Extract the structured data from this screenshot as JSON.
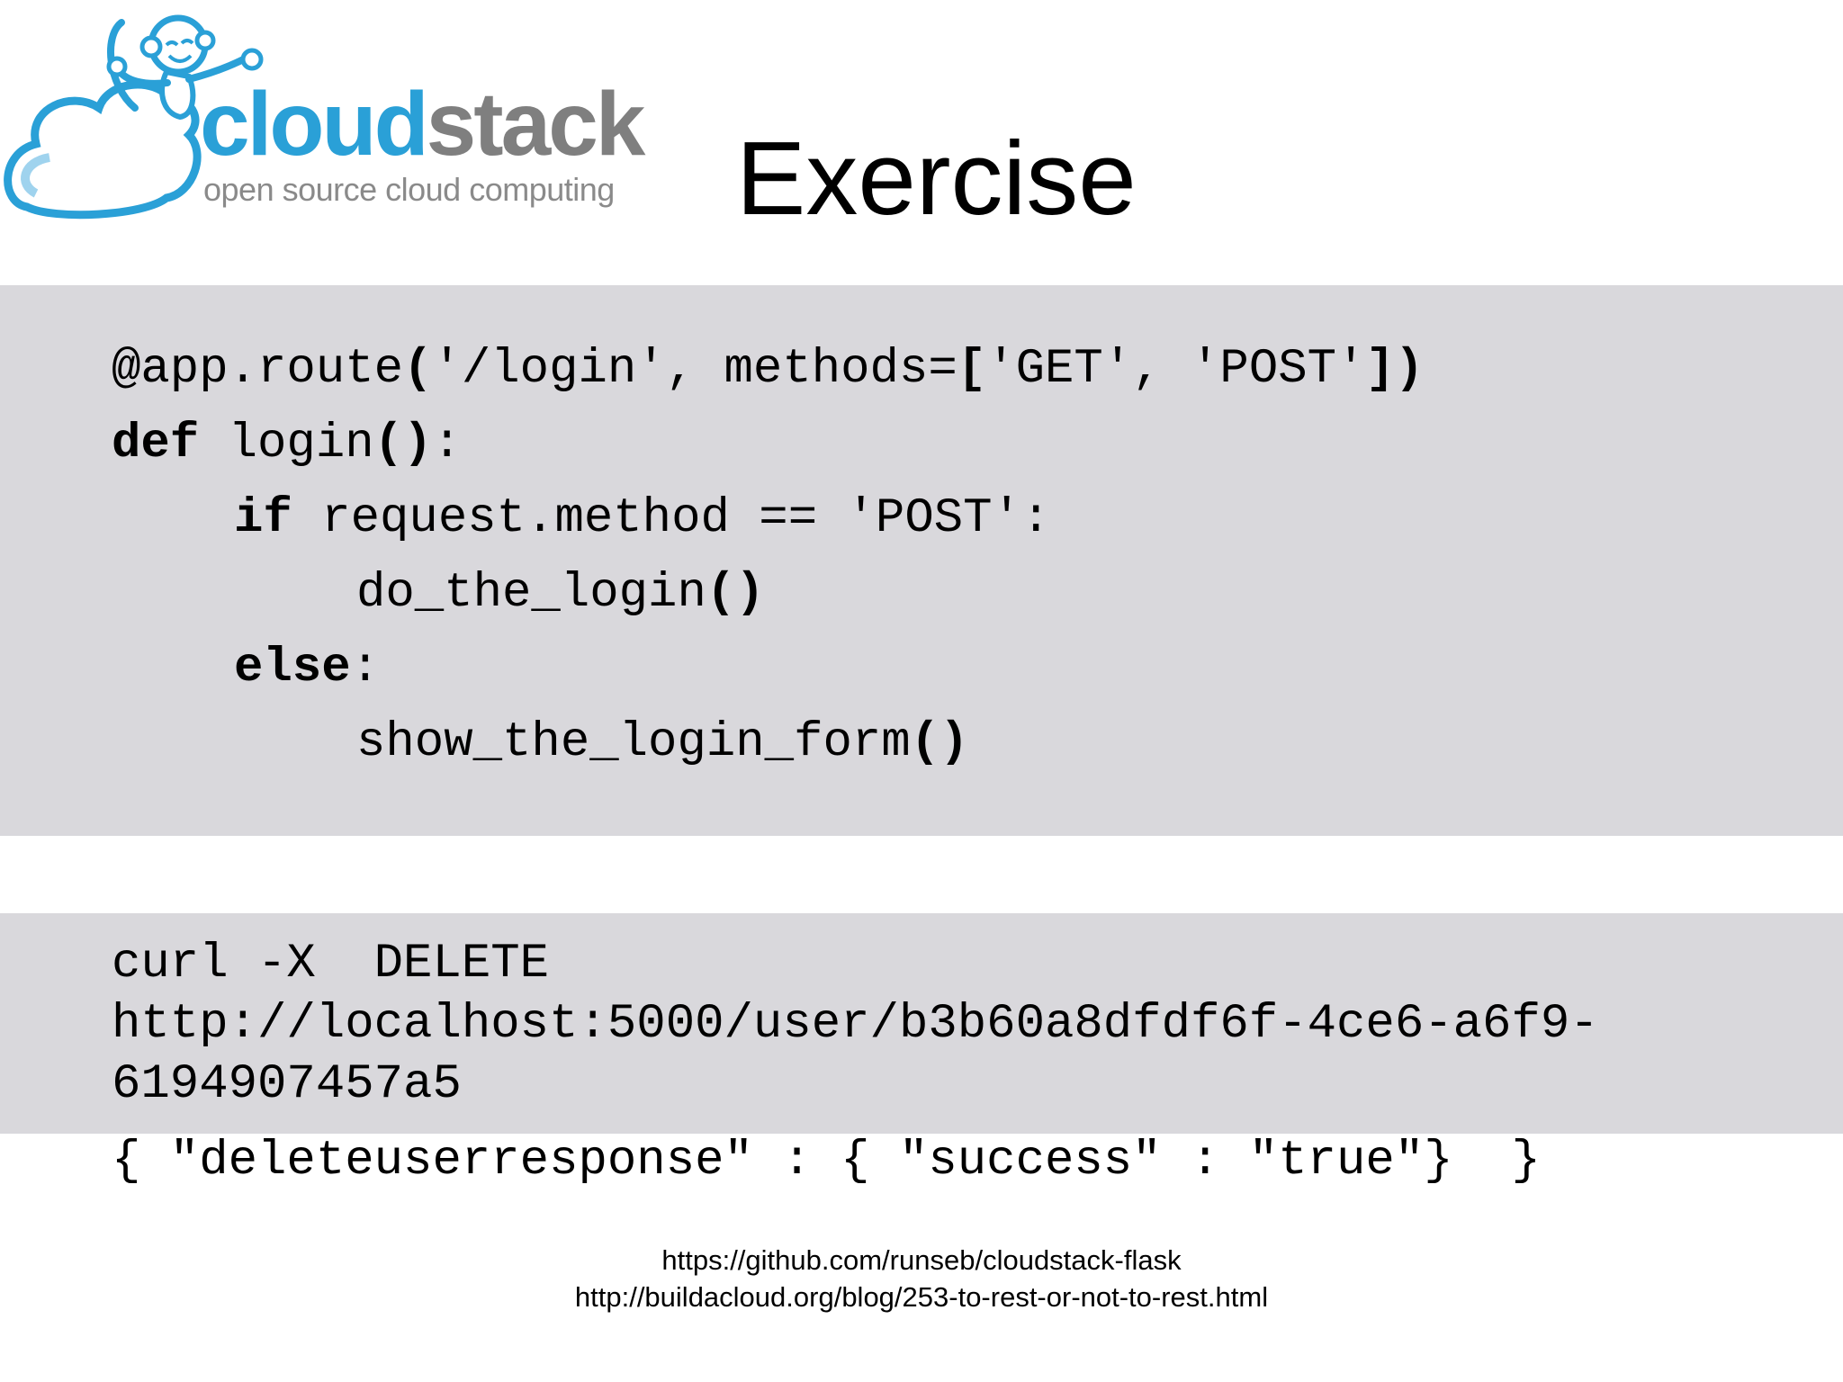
{
  "logo": {
    "wordmark_part1": "cloud",
    "wordmark_part2": "stack",
    "tagline": "open source cloud computing"
  },
  "slide": {
    "title": "Exercise"
  },
  "code_block_1": {
    "line1": {
      "a": "@app.route",
      "b": "(",
      "c": "'/login', methods=",
      "d": "[",
      "e": "'GET', 'POST'",
      "f": "])"
    },
    "line2": {
      "kw": "def",
      "a": " login",
      "b": "()",
      "c": ":"
    },
    "line3": {
      "kw": "if",
      "a": " request.method == 'POST':"
    },
    "line4": {
      "a": "do_the_login",
      "b": "()"
    },
    "line5": {
      "kw": "else",
      "a": ":"
    },
    "line6": {
      "a": "show_the_login_form",
      "b": "()"
    }
  },
  "code_block_2": {
    "line1": "curl -X  DELETE",
    "line2": "http://localhost:5000/user/b3b60a8dfdf6f-4ce6-a6f9-",
    "line3": "6194907457a5"
  },
  "response": {
    "text": "{ \"deleteuserresponse\" : { \"success\" : \"true\"}  }"
  },
  "links": {
    "link1": "https://github.com/runseb/cloudstack-flask",
    "link2": "http://buildacloud.org/blog/253-to-rest-or-not-to-rest.html"
  }
}
